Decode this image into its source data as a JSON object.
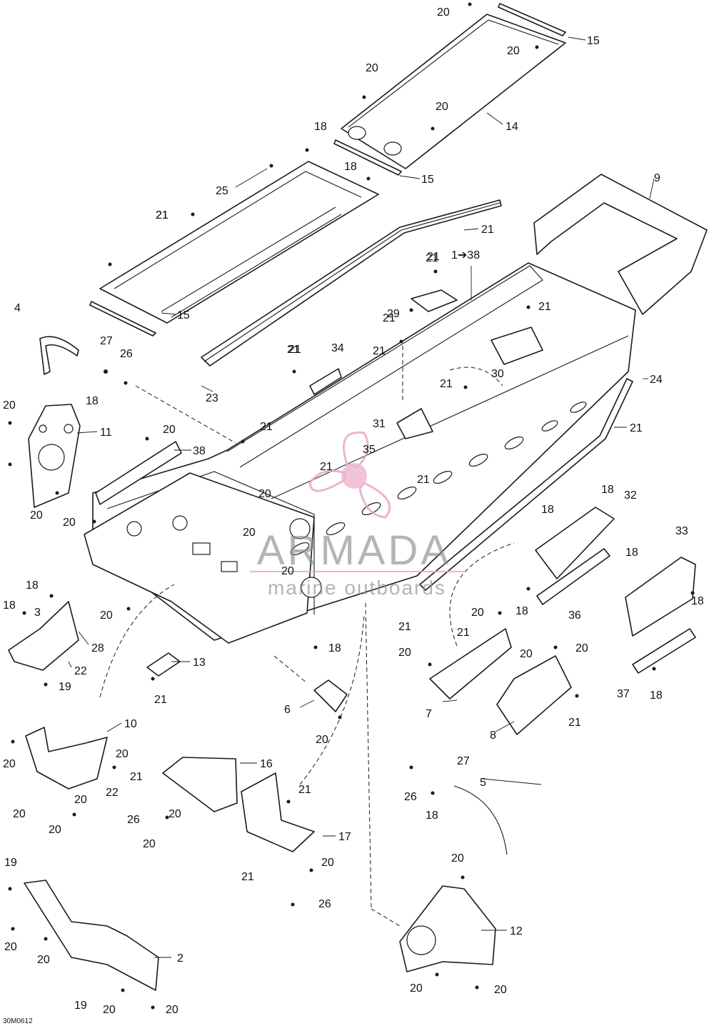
{
  "figure_code": "30M0612",
  "watermark": {
    "brand": "ARMADA",
    "tagline": "marine outboards",
    "accent_color": "#e8a8c8",
    "text_color": "#8a8a8a"
  },
  "callouts": [
    {
      "id": "c1",
      "text": "1➔38"
    },
    {
      "id": "c2",
      "text": "2"
    },
    {
      "id": "c3",
      "text": "3"
    },
    {
      "id": "c4",
      "text": "4"
    },
    {
      "id": "c5",
      "text": "5"
    },
    {
      "id": "c6",
      "text": "6"
    },
    {
      "id": "c7",
      "text": "7"
    },
    {
      "id": "c8",
      "text": "8"
    },
    {
      "id": "c9",
      "text": "9"
    },
    {
      "id": "c10",
      "text": "10"
    },
    {
      "id": "c11",
      "text": "11"
    },
    {
      "id": "c12",
      "text": "12"
    },
    {
      "id": "c13",
      "text": "13"
    },
    {
      "id": "c14",
      "text": "14"
    },
    {
      "id": "c15a",
      "text": "15"
    },
    {
      "id": "c15b",
      "text": "15"
    },
    {
      "id": "c15c",
      "text": "15"
    },
    {
      "id": "c16",
      "text": "16"
    },
    {
      "id": "c17",
      "text": "17"
    },
    {
      "id": "c18a",
      "text": "18"
    },
    {
      "id": "c18b",
      "text": "18"
    },
    {
      "id": "c18c",
      "text": "18"
    },
    {
      "id": "c18d",
      "text": "18"
    },
    {
      "id": "c18e",
      "text": "18"
    },
    {
      "id": "c18f",
      "text": "18"
    },
    {
      "id": "c18g",
      "text": "18"
    },
    {
      "id": "c18h",
      "text": "18"
    },
    {
      "id": "c18i",
      "text": "18"
    },
    {
      "id": "c18j",
      "text": "18"
    },
    {
      "id": "c18k",
      "text": "18"
    },
    {
      "id": "c18l",
      "text": "18"
    },
    {
      "id": "c18m",
      "text": "18"
    },
    {
      "id": "c19a",
      "text": "19"
    },
    {
      "id": "c19b",
      "text": "19"
    },
    {
      "id": "c19c",
      "text": "19"
    },
    {
      "id": "c20a",
      "text": "20"
    },
    {
      "id": "c20b",
      "text": "20"
    },
    {
      "id": "c20c",
      "text": "20"
    },
    {
      "id": "c20d",
      "text": "20"
    },
    {
      "id": "c20e",
      "text": "20"
    },
    {
      "id": "c20f",
      "text": "20"
    },
    {
      "id": "c20g",
      "text": "20"
    },
    {
      "id": "c20h",
      "text": "20"
    },
    {
      "id": "c20i",
      "text": "20"
    },
    {
      "id": "c20j",
      "text": "20"
    },
    {
      "id": "c20k",
      "text": "20"
    },
    {
      "id": "c20l",
      "text": "20"
    },
    {
      "id": "c20m",
      "text": "20"
    },
    {
      "id": "c20n",
      "text": "20"
    },
    {
      "id": "c20o",
      "text": "20"
    },
    {
      "id": "c20p",
      "text": "20"
    },
    {
      "id": "c20q",
      "text": "20"
    },
    {
      "id": "c20r",
      "text": "20"
    },
    {
      "id": "c20s",
      "text": "20"
    },
    {
      "id": "c20t",
      "text": "20"
    },
    {
      "id": "c20u",
      "text": "20"
    },
    {
      "id": "c20v",
      "text": "20"
    },
    {
      "id": "c20w",
      "text": "20"
    },
    {
      "id": "c20x",
      "text": "20"
    },
    {
      "id": "c20y",
      "text": "20"
    },
    {
      "id": "c20z",
      "text": "20"
    },
    {
      "id": "c20aa",
      "text": "20"
    },
    {
      "id": "c20ab",
      "text": "20"
    },
    {
      "id": "c20ac",
      "text": "20"
    },
    {
      "id": "c20ad",
      "text": "20"
    },
    {
      "id": "c20ae",
      "text": "20"
    },
    {
      "id": "c20af",
      "text": "20"
    },
    {
      "id": "c21a",
      "text": "21"
    },
    {
      "id": "c21b",
      "text": "21"
    },
    {
      "id": "c21c",
      "text": "21"
    },
    {
      "id": "c21d",
      "text": "21"
    },
    {
      "id": "c21e",
      "text": "21"
    },
    {
      "id": "c21f",
      "text": "21"
    },
    {
      "id": "c21g",
      "text": "21"
    },
    {
      "id": "c21h",
      "text": "21"
    },
    {
      "id": "c21i",
      "text": "21"
    },
    {
      "id": "c21j",
      "text": "21"
    },
    {
      "id": "c21k",
      "text": "21"
    },
    {
      "id": "c21l",
      "text": "21"
    },
    {
      "id": "c21m",
      "text": "21"
    },
    {
      "id": "c21n",
      "text": "21"
    },
    {
      "id": "c21o",
      "text": "21"
    },
    {
      "id": "c21p",
      "text": "21"
    },
    {
      "id": "c21q",
      "text": "21"
    },
    {
      "id": "c21r",
      "text": "21"
    },
    {
      "id": "c21s",
      "text": "21"
    },
    {
      "id": "c21t",
      "text": "21"
    },
    {
      "id": "c21u",
      "text": "21"
    },
    {
      "id": "c21v",
      "text": "21"
    },
    {
      "id": "c22a",
      "text": "22"
    },
    {
      "id": "c22b",
      "text": "22"
    },
    {
      "id": "c23",
      "text": "23"
    },
    {
      "id": "c24",
      "text": "24"
    },
    {
      "id": "c25",
      "text": "25"
    },
    {
      "id": "c26a",
      "text": "26"
    },
    {
      "id": "c26b",
      "text": "26"
    },
    {
      "id": "c26c",
      "text": "26"
    },
    {
      "id": "c26d",
      "text": "26"
    },
    {
      "id": "c27a",
      "text": "27"
    },
    {
      "id": "c27b",
      "text": "27"
    },
    {
      "id": "c28",
      "text": "28"
    },
    {
      "id": "c29",
      "text": "29"
    },
    {
      "id": "c30",
      "text": "30"
    },
    {
      "id": "c31",
      "text": "31"
    },
    {
      "id": "c32",
      "text": "32"
    },
    {
      "id": "c33",
      "text": "33"
    },
    {
      "id": "c34",
      "text": "34"
    },
    {
      "id": "c35",
      "text": "35"
    },
    {
      "id": "c36",
      "text": "36"
    },
    {
      "id": "c37",
      "text": "37"
    },
    {
      "id": "c38",
      "text": "38"
    }
  ]
}
